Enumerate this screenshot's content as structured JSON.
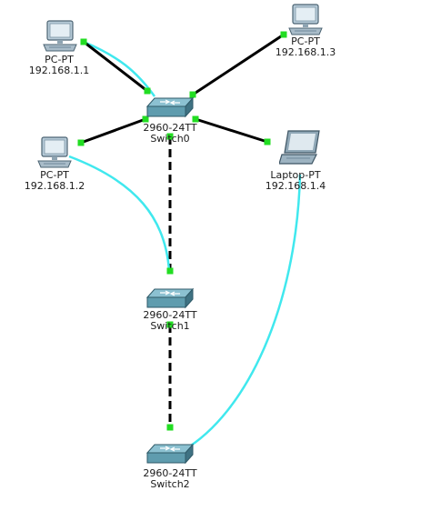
{
  "devices": [
    {
      "id": "pc0",
      "kind": "pc",
      "type_label": "PC-PT",
      "name_label": "192.168.1.1"
    },
    {
      "id": "pc1",
      "kind": "pc",
      "type_label": "PC-PT",
      "name_label": "192.168.1.3"
    },
    {
      "id": "pc2",
      "kind": "pc",
      "type_label": "PC-PT",
      "name_label": "192.168.1.2"
    },
    {
      "id": "laptop",
      "kind": "laptop",
      "type_label": "Laptop-PT",
      "name_label": "192.168.1.4"
    },
    {
      "id": "switch0",
      "kind": "switch",
      "type_label": "2960-24TT",
      "name_label": "Switch0"
    },
    {
      "id": "switch1",
      "kind": "switch",
      "type_label": "2960-24TT",
      "name_label": "Switch1"
    },
    {
      "id": "switch2",
      "kind": "switch",
      "type_label": "2960-24TT",
      "name_label": "Switch2"
    }
  ],
  "links": [
    {
      "from": "pc0",
      "to": "switch0",
      "cable": "console"
    },
    {
      "from": "pc0",
      "to": "switch0",
      "cable": "straight"
    },
    {
      "from": "pc1",
      "to": "switch0",
      "cable": "straight"
    },
    {
      "from": "pc2",
      "to": "switch0",
      "cable": "straight"
    },
    {
      "from": "laptop",
      "to": "switch0",
      "cable": "straight"
    },
    {
      "from": "switch0",
      "to": "switch1",
      "cable": "crossover"
    },
    {
      "from": "switch1",
      "to": "switch2",
      "cable": "crossover"
    },
    {
      "from": "pc2",
      "to": "switch1",
      "cable": "console"
    },
    {
      "from": "laptop",
      "to": "switch2",
      "cable": "console"
    }
  ],
  "colors": {
    "straight": "#000000",
    "crossover": "#000000",
    "console": "#40e8ee",
    "port_up": "#22dd22",
    "switch_body": "#5f9cae",
    "pc_body": "#b7cbd8"
  }
}
